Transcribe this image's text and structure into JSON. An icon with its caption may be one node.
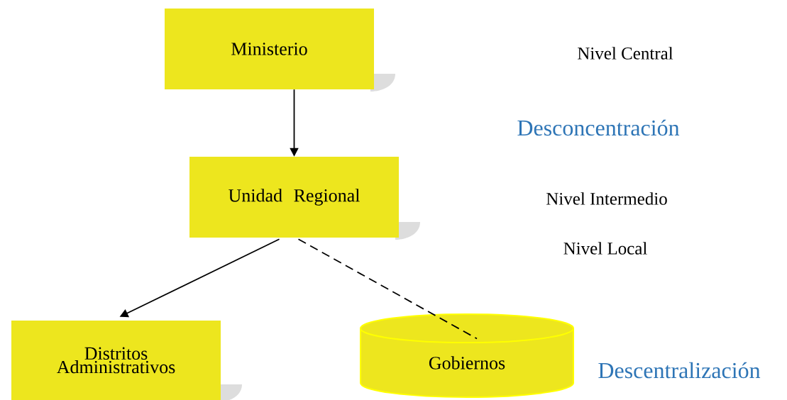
{
  "diagram": {
    "nodes": [
      {
        "text": [
          "Ministerio"
        ]
      },
      {
        "text": [
          "Unidad Regional"
        ]
      },
      {
        "text": [
          "Distritos Administrativos"
        ]
      },
      {
        "text": [
          "Gobiernos"
        ]
      }
    ],
    "edges": [
      {
        "from": 0,
        "to": 1,
        "arrow": "to"
      },
      {
        "from": 1,
        "to": 2,
        "arrow": "to"
      },
      {
        "from": 1,
        "to": 3,
        "arrow": "none",
        "style": "dashed"
      }
    ],
    "labels": [
      "Nivel Central",
      "Desconcentración",
      "Nivel Intermedio",
      "Nivel Local",
      "Descentralización"
    ]
  }
}
